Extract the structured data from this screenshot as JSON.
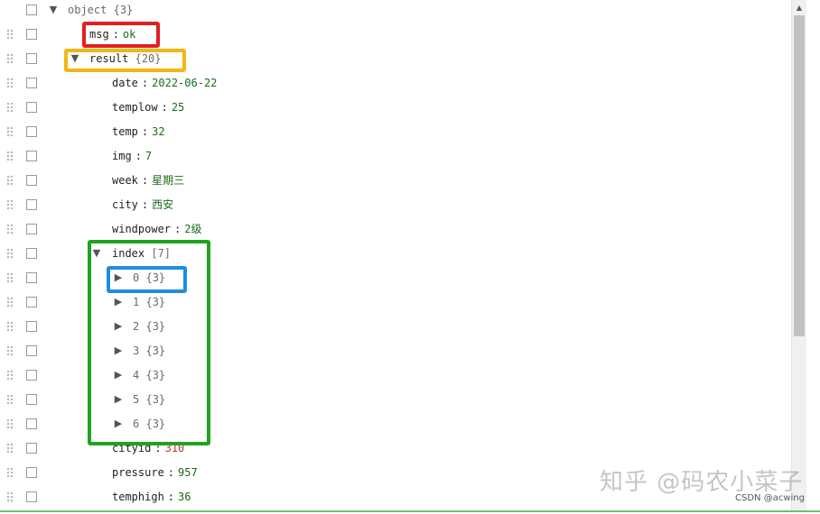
{
  "tree": {
    "root": {
      "key": "object",
      "count": "{3}",
      "expanded": true
    },
    "msg": {
      "key": "msg",
      "value": "ok"
    },
    "result": {
      "key": "result",
      "count": "{20}",
      "expanded": true
    },
    "fields": [
      {
        "key": "date",
        "value": "2022-06-22"
      },
      {
        "key": "templow",
        "value": "25"
      },
      {
        "key": "temp",
        "value": "32"
      },
      {
        "key": "img",
        "value": "7"
      },
      {
        "key": "week",
        "value": "星期三"
      },
      {
        "key": "city",
        "value": "西安"
      },
      {
        "key": "windpower",
        "value": "2级"
      }
    ],
    "index": {
      "key": "index",
      "count": "[7]",
      "expanded": true,
      "items": [
        {
          "key": "0",
          "count": "{3}"
        },
        {
          "key": "1",
          "count": "{3}"
        },
        {
          "key": "2",
          "count": "{3}"
        },
        {
          "key": "3",
          "count": "{3}"
        },
        {
          "key": "4",
          "count": "{3}"
        },
        {
          "key": "5",
          "count": "{3}"
        },
        {
          "key": "6",
          "count": "{3}"
        }
      ]
    },
    "after": [
      {
        "key": "cityid",
        "value": "310"
      },
      {
        "key": "pressure",
        "value": "957"
      },
      {
        "key": "temphigh",
        "value": "36"
      }
    ],
    "separator": ":"
  },
  "icons": {
    "expanded": "triangle-down-icon",
    "collapsed": "triangle-right-icon",
    "drag": "drag-handle-icon",
    "checkbox": "checkbox-icon"
  },
  "colors": {
    "value": "#1a6b1a",
    "highlight_red": "#e02020",
    "highlight_yellow": "#f2b712",
    "highlight_green": "#1fa31f",
    "highlight_blue": "#1f8ee0"
  },
  "watermark": {
    "main": "知乎 @码农小菜子",
    "sub": "CSDN @acwing"
  }
}
